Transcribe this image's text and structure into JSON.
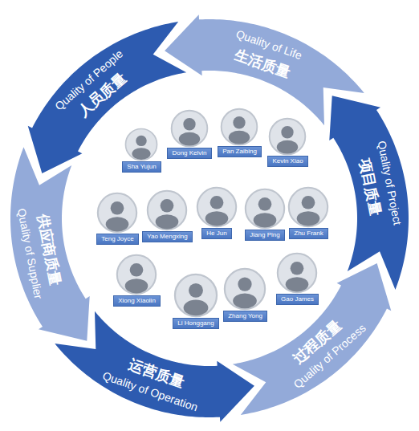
{
  "diagram": {
    "nodes": [
      {
        "text": [
          "Quality of People",
          "人员质量"
        ]
      },
      {
        "text": [
          "Quality of Life",
          "生活质量"
        ]
      },
      {
        "text": [
          "Quality of Project",
          "项目质量"
        ]
      },
      {
        "text": [
          "Quality of Process",
          "过程质量"
        ]
      },
      {
        "text": [
          "Quality of Operation",
          "运营质量"
        ]
      },
      {
        "text": [
          "Quality of Supplier",
          "供应商质量"
        ]
      },
      {
        "text": [
          "Sha Yujun"
        ]
      },
      {
        "text": [
          "Dong Kelvin"
        ]
      },
      {
        "text": [
          "Pan Zaibing"
        ]
      },
      {
        "text": [
          "Kevin Xiao"
        ]
      },
      {
        "text": [
          "Teng Joyce"
        ]
      },
      {
        "text": [
          "Yao Mengxing"
        ]
      },
      {
        "text": [
          "He Jun"
        ]
      },
      {
        "text": [
          "Jiang Ping"
        ]
      },
      {
        "text": [
          "Zhu Frank"
        ]
      },
      {
        "text": [
          "Xiong Xiaolin"
        ]
      },
      {
        "text": [
          "Li Honggang"
        ]
      },
      {
        "text": [
          "Zhang Yong"
        ]
      },
      {
        "text": [
          "Gao James"
        ]
      }
    ]
  }
}
